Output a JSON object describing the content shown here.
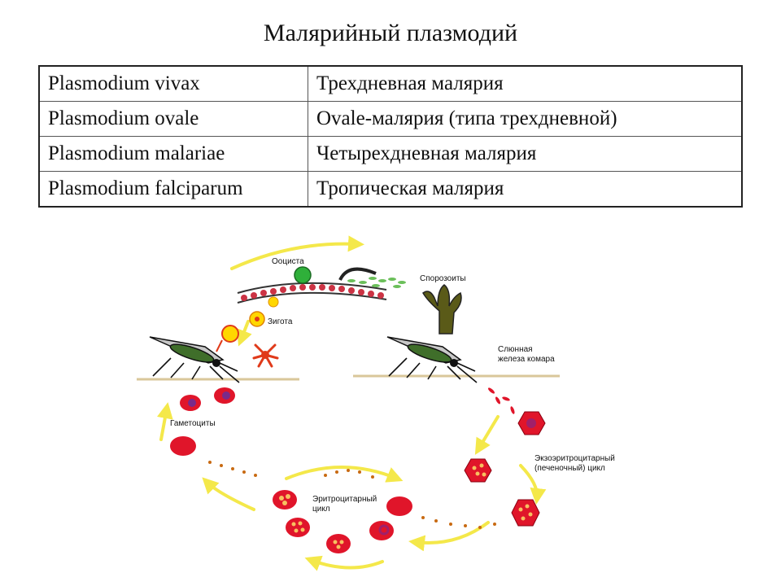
{
  "title": "Малярийный плазмодий",
  "table": {
    "rows": [
      {
        "species": "Plasmodium vivax",
        "disease": "Трехдневная малярия"
      },
      {
        "species": "Plasmodium ovale",
        "disease": "Ovale-малярия (типа трехдневной)"
      },
      {
        "species": "Plasmodium malariae",
        "disease": "Четырехдневная малярия"
      },
      {
        "species": "Plasmodium falciparum",
        "disease": "Тропическая малярия"
      }
    ]
  },
  "diagram": {
    "labels": {
      "oocyst": "Ооциста",
      "sporozoites": "Спорозоиты",
      "zygote": "Зигота",
      "salivary_line1": "Слюнная",
      "salivary_line2": "железа комара",
      "gametocytes": "Гаметоциты",
      "exo_line1": "Экзоэритроцитарный",
      "exo_line2": "(печеночный) цикл",
      "ery_line1": "Эритроцитарный",
      "ery_line2": "цикл"
    },
    "colors": {
      "arrow": "#f4e84a",
      "erythrocyte": "#e0152a",
      "merozoite": "#c86a12",
      "oocyst": "#2fb03a",
      "gut_wall": "#cc3344",
      "gland": "#5a5a18",
      "zygote": "#ffd700"
    }
  }
}
